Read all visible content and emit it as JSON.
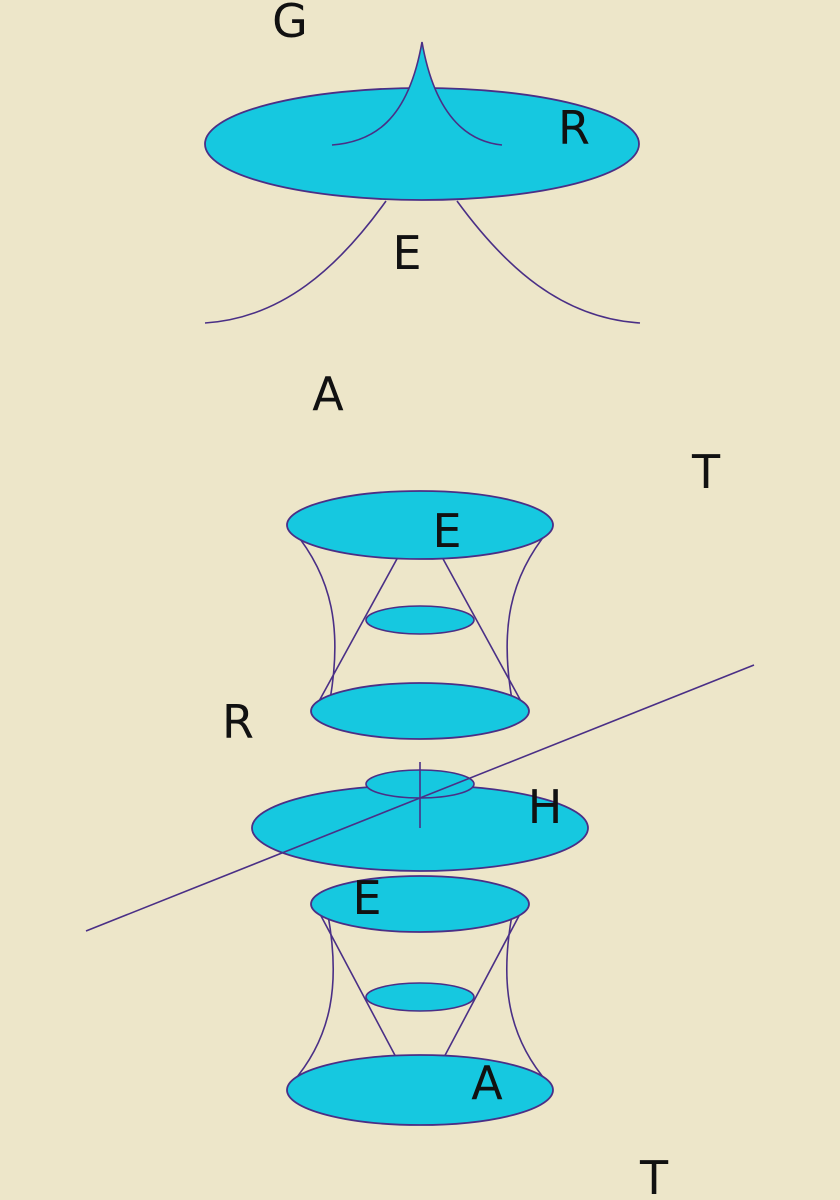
{
  "colors": {
    "background": "#ede6c9",
    "fill": "#16c8e0",
    "stroke": "#4a2f86",
    "text": "#111111"
  },
  "letters": {
    "l1": "G",
    "l2": "R",
    "l3": "E",
    "l4": "A",
    "l5": "T",
    "l6": "E",
    "l7": "R",
    "l8": "H",
    "l9": "E",
    "l10": "A",
    "l11": "T"
  }
}
